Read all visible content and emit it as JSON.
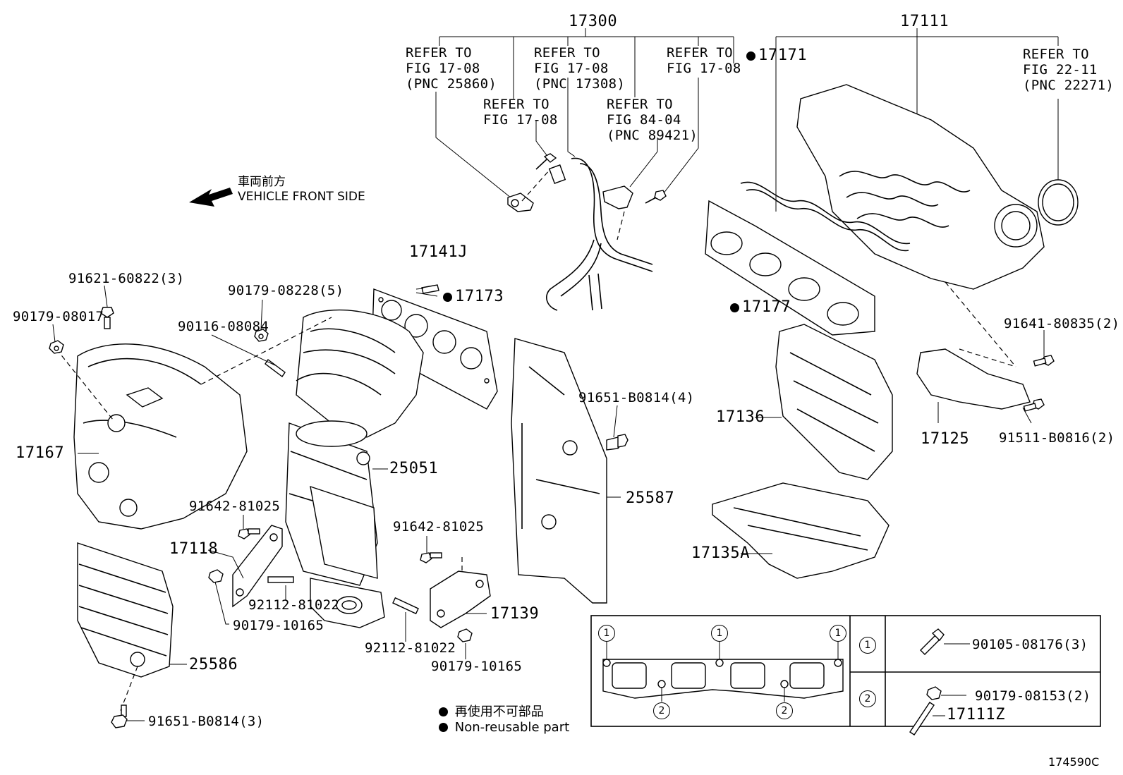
{
  "diagram": {
    "figure_id": "174590C",
    "direction": {
      "jp": "車両前方",
      "en": "VEHICLE FRONT SIDE"
    },
    "parts": {
      "p17300": "17300",
      "p17111": "17111",
      "p17171": "17171",
      "p17177": "17177",
      "p17141J": "17141J",
      "p17173": "17173",
      "p17167": "17167",
      "p25051": "25051",
      "p25587": "25587",
      "p17136": "17136",
      "p17125": "17125",
      "p17135A": "17135A",
      "p17118": "17118",
      "p17139": "17139",
      "p25586": "25586",
      "p17111Z": "17111Z"
    },
    "bolts": {
      "b91621": "91621-60822(3)",
      "b90179_08017": "90179-08017",
      "b90179_08228": "90179-08228(5)",
      "b90116": "90116-08084",
      "b91651_4": "91651-B0814(4)",
      "b91641": "91641-80835(2)",
      "b91511": "91511-B0816(2)",
      "b91642_a": "91642-81025",
      "b91642_b": "91642-81025",
      "b92112_a": "92112-81022",
      "b92112_b": "92112-81022",
      "b90179_10165_a": "90179-10165",
      "b90179_10165_b": "90179-10165",
      "b91651_3": "91651-B0814(3)",
      "b90105": "90105-08176(3)",
      "b90179_08153": "90179-08153(2)"
    },
    "refs": {
      "r1": [
        "REFER TO",
        "FIG 17-08",
        "(PNC 25860)"
      ],
      "r2": [
        "REFER TO",
        "FIG 17-08"
      ],
      "r3": [
        "REFER TO",
        "FIG 17-08",
        "(PNC 17308)"
      ],
      "r4": [
        "REFER TO",
        "FIG 84-04",
        "(PNC 89421)"
      ],
      "r5": [
        "REFER TO",
        "FIG 17-08"
      ],
      "r6": [
        "REFER TO",
        "FIG 22-11",
        "(PNC 22271)"
      ]
    },
    "legend": {
      "jp": "再使用不可部品",
      "en": "Non-reusable part"
    },
    "detail": {
      "m1": "1",
      "m2": "2"
    }
  }
}
